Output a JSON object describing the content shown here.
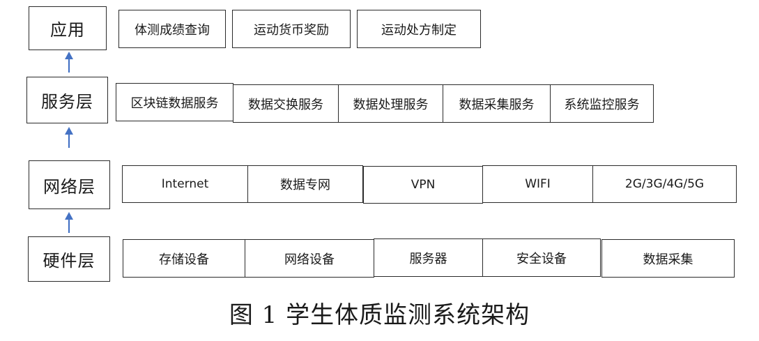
{
  "layers": [
    {
      "label": "应用",
      "items": [
        "体测成绩查询",
        "运动货币奖励",
        "运动处方制定"
      ]
    },
    {
      "label": "服务层",
      "items": [
        "区块链数据服务",
        "数据交换服务",
        "数据处理服务",
        "数据采集服务",
        "系统监控服务"
      ]
    },
    {
      "label": "网络层",
      "items": [
        "Internet",
        "数据专网",
        "VPN",
        "WIFI",
        "2G/3G/4G/5G"
      ]
    },
    {
      "label": "硬件层",
      "items": [
        "存储设备",
        "网络设备",
        "服务器",
        "安全设备",
        "数据采集"
      ]
    }
  ],
  "caption": "图 1 学生体质监测系统架构",
  "colors": {
    "arrow": "#4472c4",
    "border": "#2a2a2a"
  }
}
